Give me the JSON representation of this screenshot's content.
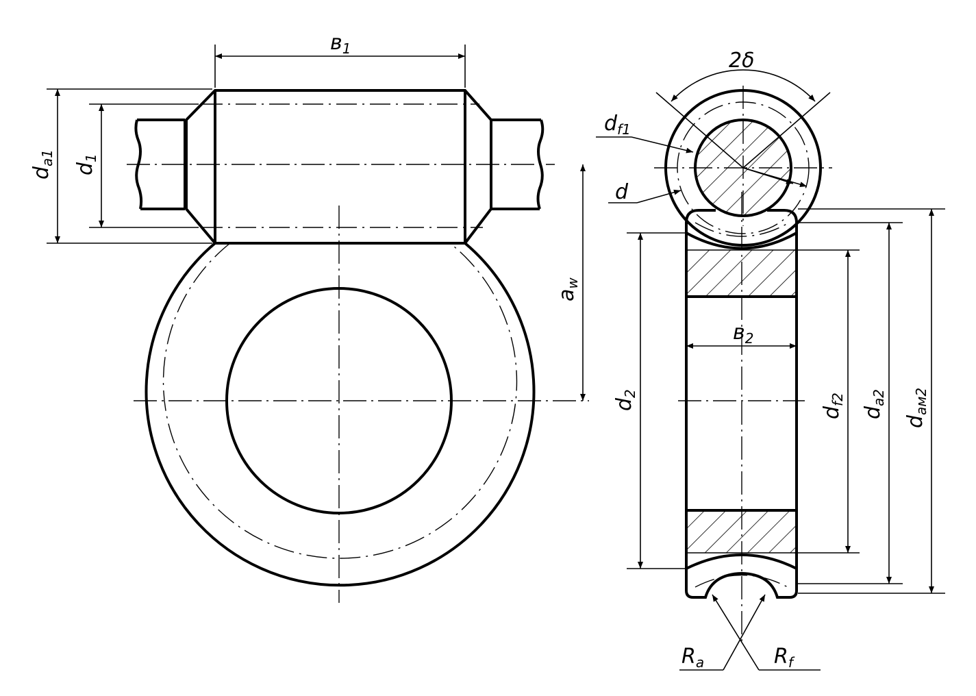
{
  "labels": {
    "b1": {
      "main": "в",
      "sub": "1"
    },
    "da1": {
      "main": "d",
      "sub": "a1"
    },
    "d1": {
      "main": "d",
      "sub": "1"
    },
    "aw": {
      "main": "a",
      "sub": "w"
    },
    "two_delta": {
      "main": "2δ"
    },
    "df1": {
      "main": "d",
      "sub": "f1"
    },
    "d": {
      "main": "d"
    },
    "b2": {
      "main": "в",
      "sub": "2"
    },
    "d2": {
      "main": "d",
      "sub": "2"
    },
    "df2": {
      "main": "d",
      "sub": "f2"
    },
    "da2": {
      "main": "d",
      "sub": "a2"
    },
    "dam2": {
      "main": "d",
      "sub": "aм2"
    },
    "Ra": {
      "main": "R",
      "sub": "a"
    },
    "Rf": {
      "main": "R",
      "sub": "f"
    }
  },
  "colors": {
    "line": "#000000",
    "background": "#ffffff"
  }
}
